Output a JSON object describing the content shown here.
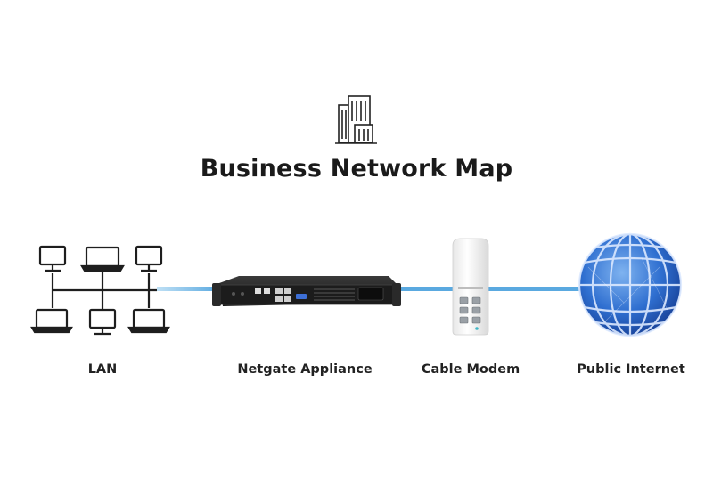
{
  "title": "Business Network Map",
  "nodes": [
    {
      "id": "lan",
      "label": "LAN",
      "icon": "lan-computers-icon"
    },
    {
      "id": "netgate",
      "label": "Netgate Appliance",
      "icon": "rack-appliance-icon"
    },
    {
      "id": "modem",
      "label": "Cable Modem",
      "icon": "cable-modem-icon"
    },
    {
      "id": "internet",
      "label": "Public Internet",
      "icon": "globe-icon"
    }
  ],
  "link_color": "#5aa9e0",
  "globe_color": "#1a4fb5"
}
